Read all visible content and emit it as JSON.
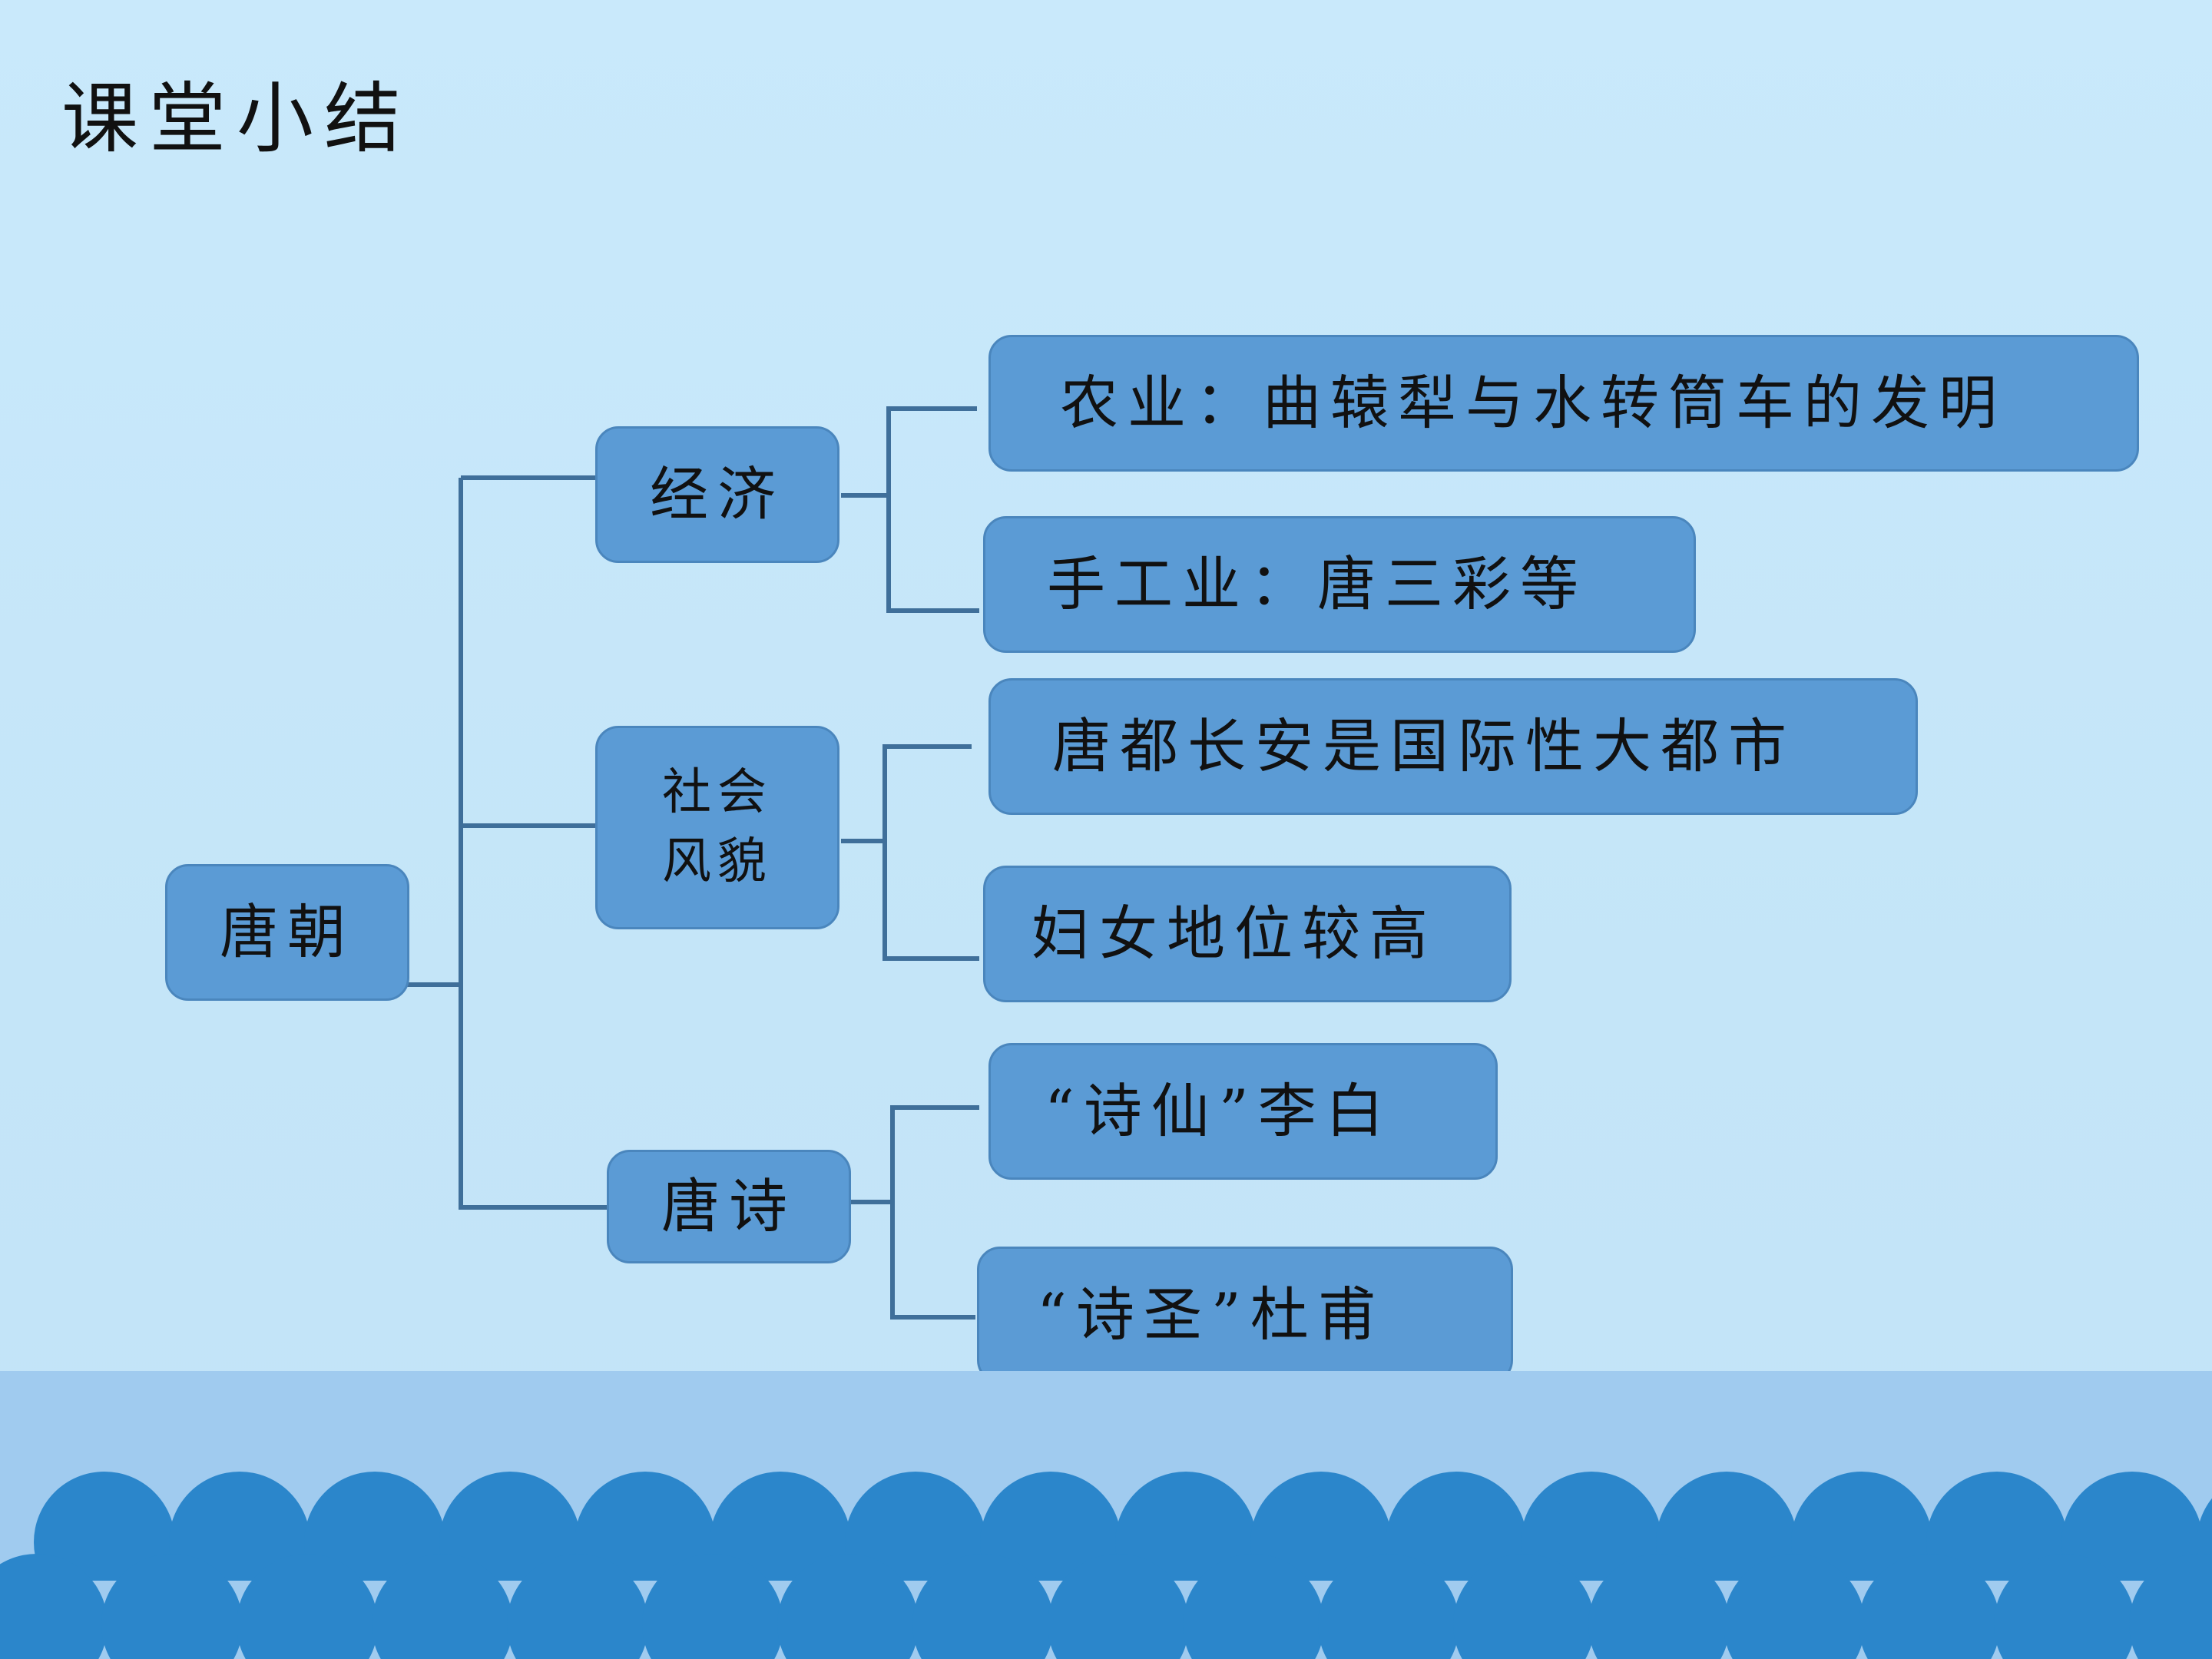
{
  "title": "课堂小结",
  "root": {
    "label": "唐朝"
  },
  "branches": [
    {
      "label": "经济",
      "items": [
        "农业：曲辕犁与水转筒车的发明",
        "手工业：唐三彩等"
      ]
    },
    {
      "label_lines": [
        "社会",
        "风貌"
      ],
      "items": [
        "唐都长安是国际性大都市",
        "妇女地位较高"
      ]
    },
    {
      "label": "唐诗",
      "items": [
        "“诗仙”李白",
        "“诗圣”杜甫"
      ]
    }
  ],
  "colors": {
    "background": "#c6e7fa",
    "box_fill": "#5b9bd5",
    "box_border": "#4a86bd",
    "connector": "#3f6f9a",
    "wave_dark": "#2b86cb",
    "wave_band": "#a0cbef"
  }
}
